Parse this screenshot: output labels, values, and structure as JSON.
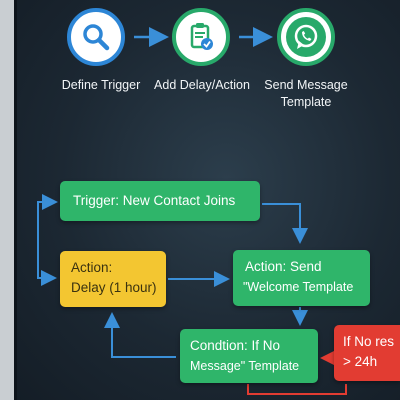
{
  "process_steps": [
    {
      "label": "Define Trigger",
      "icon": "magnifier-icon"
    },
    {
      "label": "Add Delay/Action",
      "icon": "clipboard-check-icon"
    },
    {
      "label_line1": "Send Message",
      "label_line2": "Template",
      "icon": "whatsapp-icon"
    }
  ],
  "flow_nodes": {
    "trigger": {
      "text": "Trigger: New Contact Joins"
    },
    "delay": {
      "line1": "Action:",
      "line2": "Delay (1 hour)"
    },
    "send": {
      "line1": "Action: Send",
      "line2": "\"Welcome Template"
    },
    "condition": {
      "line1": "Condtion: If No",
      "line2": "Message\" Template"
    },
    "fallback": {
      "line1": "If No res",
      "line2": "> 24h"
    }
  },
  "colors": {
    "background": "#1c2833",
    "step_blue": "#2d86d6",
    "step_green": "#28a96a",
    "node_green": "#2fb56a",
    "node_yellow": "#f3c631",
    "node_red": "#e23c32",
    "connector_blue": "#3a8fd8",
    "connector_red": "#e23c32"
  }
}
